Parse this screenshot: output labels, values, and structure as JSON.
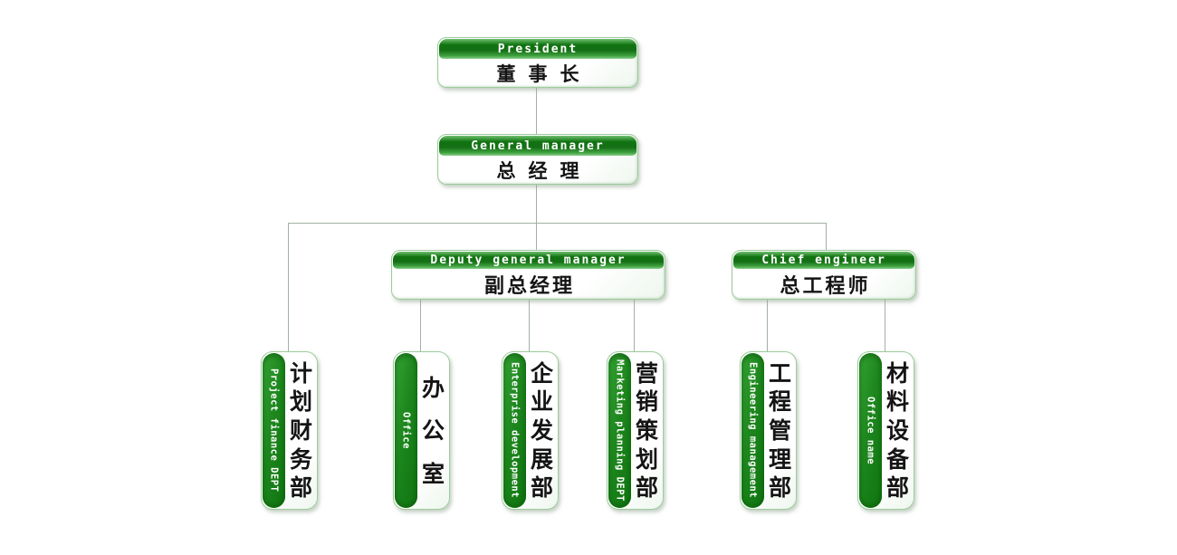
{
  "palette": {
    "background": "#ffffff",
    "header_green_dark": "#0f730f",
    "header_green_light": "#8ccf8c",
    "capsule_green": "#1d861d",
    "box_border_green": "#9ccc9c",
    "connector_gray": "#a3b0a3",
    "header_text": "#ffffff",
    "body_text": "#141414"
  },
  "nodes": {
    "president": {
      "en": "President",
      "cn": "董事长"
    },
    "general_manager": {
      "en": "General manager",
      "cn": "总经理"
    },
    "deputy_general_manager": {
      "en": "Deputy general manager",
      "cn": "副总经理"
    },
    "chief_engineer": {
      "en": "Chief engineer",
      "cn": "总工程师"
    },
    "departments": [
      {
        "en": "Project finance DEPT",
        "cn": "计划财务部"
      },
      {
        "en": "Office",
        "cn": "办公室"
      },
      {
        "en": "Enterprise development",
        "cn": "企业发展部"
      },
      {
        "en": "Marketing planning DEPT",
        "cn": "营销策划部"
      },
      {
        "en": "Engineering management",
        "cn": "工程管理部"
      },
      {
        "en": "Office name",
        "cn": "材料设备部"
      }
    ]
  },
  "edges": [
    {
      "from": "president",
      "to": "general_manager"
    },
    {
      "from": "general_manager",
      "to": "deputy_general_manager"
    },
    {
      "from": "general_manager",
      "to": "chief_engineer"
    },
    {
      "from": "general_manager",
      "to": "Project finance DEPT"
    },
    {
      "from": "deputy_general_manager",
      "to": "Office"
    },
    {
      "from": "deputy_general_manager",
      "to": "Enterprise development"
    },
    {
      "from": "deputy_general_manager",
      "to": "Marketing planning DEPT"
    },
    {
      "from": "chief_engineer",
      "to": "Engineering management"
    },
    {
      "from": "chief_engineer",
      "to": "Office name"
    }
  ]
}
